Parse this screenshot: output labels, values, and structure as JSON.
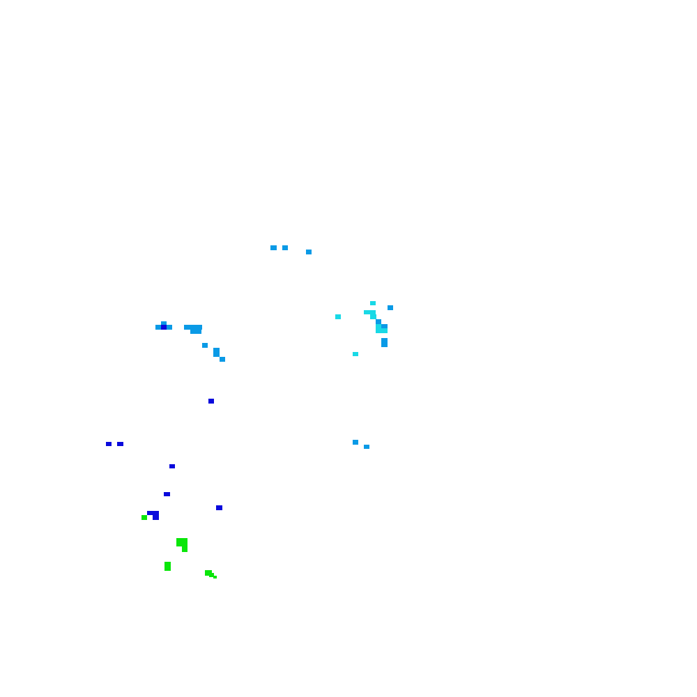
{
  "palette": {
    "background": "#ffffff",
    "sky_blue": "#0a9ae6",
    "cyan": "#19d9e6",
    "blue": "#0a0adc",
    "green": "#0ae60a"
  },
  "clusters": [
    {
      "name": "sky-blue",
      "color": "#0a9ae6"
    },
    {
      "name": "cyan",
      "color": "#19d9e6"
    },
    {
      "name": "blue",
      "color": "#0a0adc"
    },
    {
      "name": "green",
      "color": "#0ae60a"
    }
  ]
}
